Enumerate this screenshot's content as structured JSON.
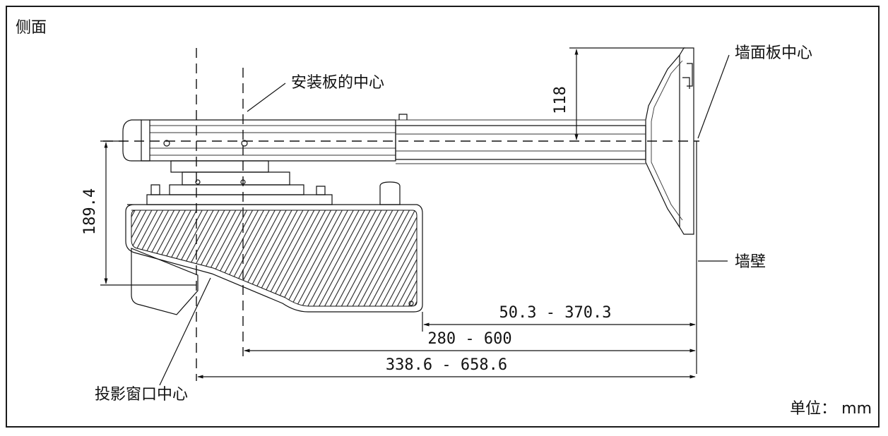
{
  "view_title": "侧面",
  "labels": {
    "mount_plate_center": "安装板的中心",
    "wall_plate_center": "墙面板中心",
    "wall": "墙壁",
    "projection_window_center": "投影窗口中心",
    "unit": "单位： mm"
  },
  "dimensions": {
    "plate_offset": "118",
    "height": "189.4",
    "range_1": "50.3 - 370.3",
    "range_2": "280 - 600",
    "range_3": "338.6 - 658.6"
  }
}
